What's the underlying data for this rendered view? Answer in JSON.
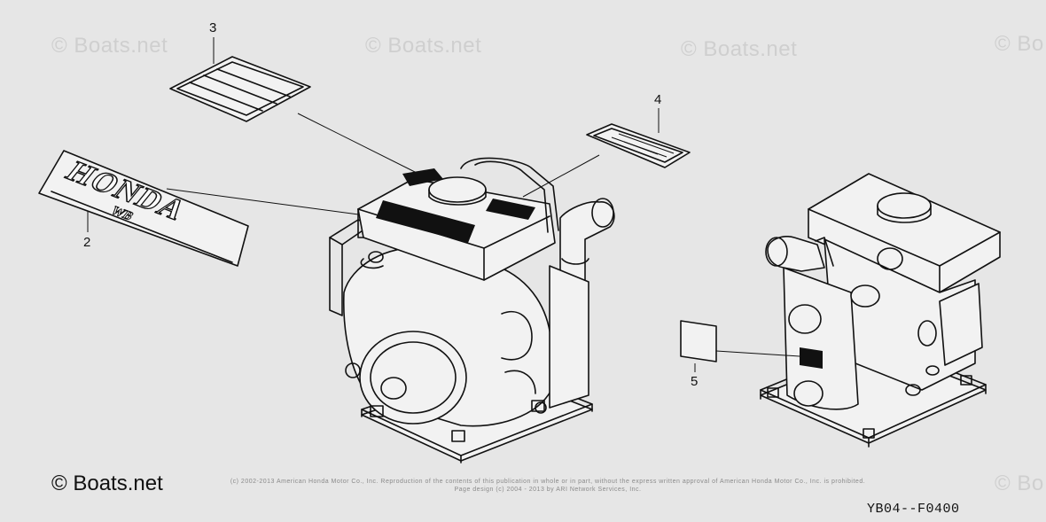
{
  "watermarks": [
    "© Boats.net",
    "© Boats.net",
    "© Boats.net",
    "© Bo",
    "© Bo"
  ],
  "callouts": [
    "2",
    "3",
    "4",
    "5"
  ],
  "decal_text": {
    "brand": "HONDA",
    "model": "WB"
  },
  "footer": {
    "brand": "© Boats.net",
    "copyright_line1": "(c) 2002-2013 American Honda Motor Co., Inc. Reproduction of the contents of this publication in whole or in part, without the express written approval of American Honda Motor Co., Inc. is prohibited.",
    "copyright_line2": "Page design (c) 2004 - 2013 by ARI Network Services, Inc.",
    "diagram_code": "YB04--F0400"
  }
}
